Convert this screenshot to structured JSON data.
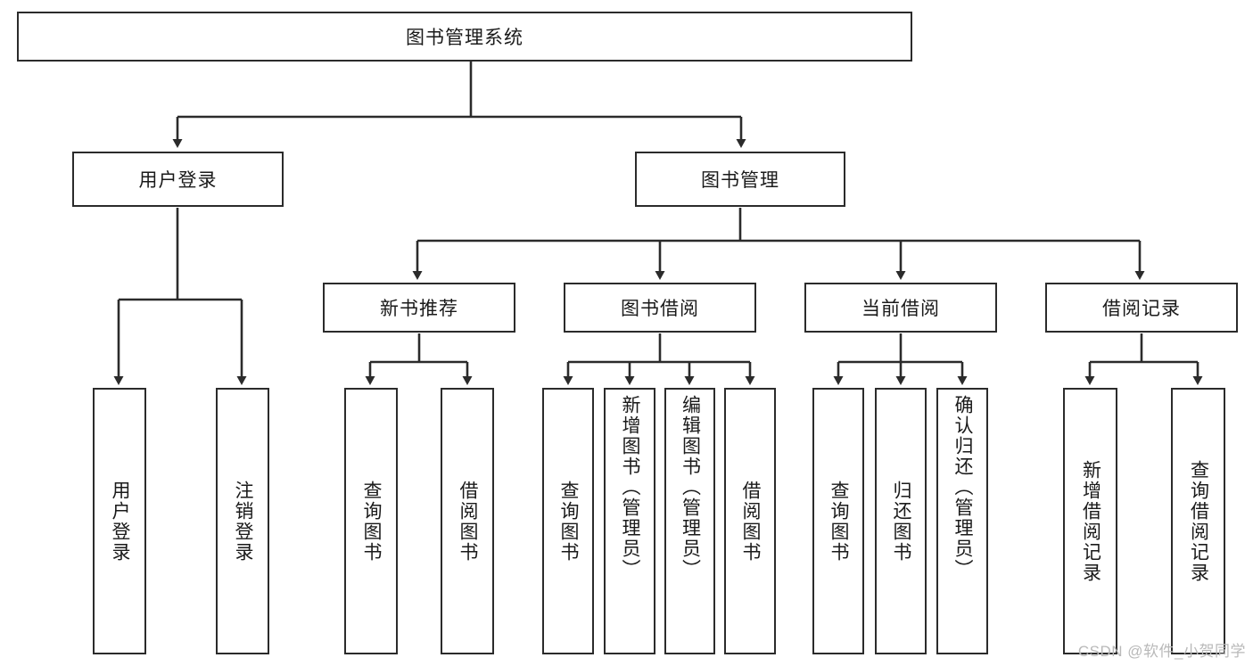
{
  "diagram": {
    "title": "图书管理系统",
    "type": "tree",
    "watermark": "CSDN @软件_小贺同学",
    "colors": {
      "stroke": "#2b2b2b",
      "fill": "#ffffff",
      "text": "#1a1a1a",
      "watermark": "#b9b9b9"
    },
    "root": {
      "label": "图书管理系统"
    },
    "level1": [
      {
        "label": "用户登录"
      },
      {
        "label": "图书管理"
      }
    ],
    "level2": [
      {
        "label": "新书推荐"
      },
      {
        "label": "图书借阅"
      },
      {
        "label": "当前借阅"
      },
      {
        "label": "借阅记录"
      }
    ],
    "leaves": {
      "user_login": [
        {
          "label": "用户登录"
        },
        {
          "label": "注销登录"
        }
      ],
      "new_book_recommend": [
        {
          "label": "查询图书"
        },
        {
          "label": "借阅图书"
        }
      ],
      "book_borrow": [
        {
          "label": "查询图书"
        },
        {
          "label": "新增图书（管理员）"
        },
        {
          "label": "编辑图书（管理员）"
        },
        {
          "label": "借阅图书"
        }
      ],
      "current_borrow": [
        {
          "label": "查询图书"
        },
        {
          "label": "归还图书"
        },
        {
          "label": "确认归还（管理员）"
        }
      ],
      "borrow_record": [
        {
          "label": "新增借阅记录"
        },
        {
          "label": "查询借阅记录"
        }
      ]
    }
  }
}
